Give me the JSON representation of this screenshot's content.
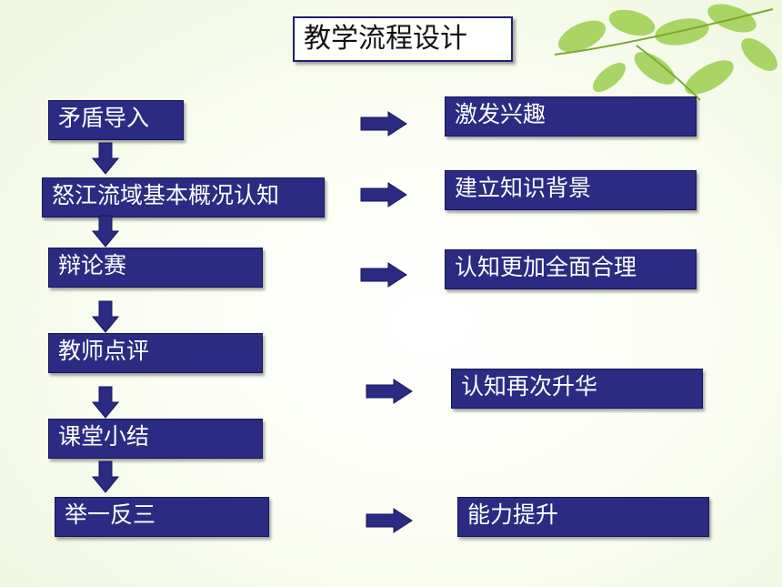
{
  "title": "教学流程设计",
  "steps": [
    "矛盾导入",
    "怒江流域基本概况认知",
    "辩论赛",
    "教师点评",
    "课堂小结",
    "举一反三"
  ],
  "outcomes": [
    "激发兴趣",
    "建立知识背景",
    "认知更加全面合理",
    "认知再次升华",
    "能力提升"
  ],
  "colors": {
    "box": "#2b2b83",
    "box_text": "#ffffff",
    "leaf": "#8fc640"
  },
  "icons": {
    "down_arrow": "down-arrow-icon",
    "right_arrow": "right-arrow-icon",
    "decoration": "leaves-icon"
  }
}
